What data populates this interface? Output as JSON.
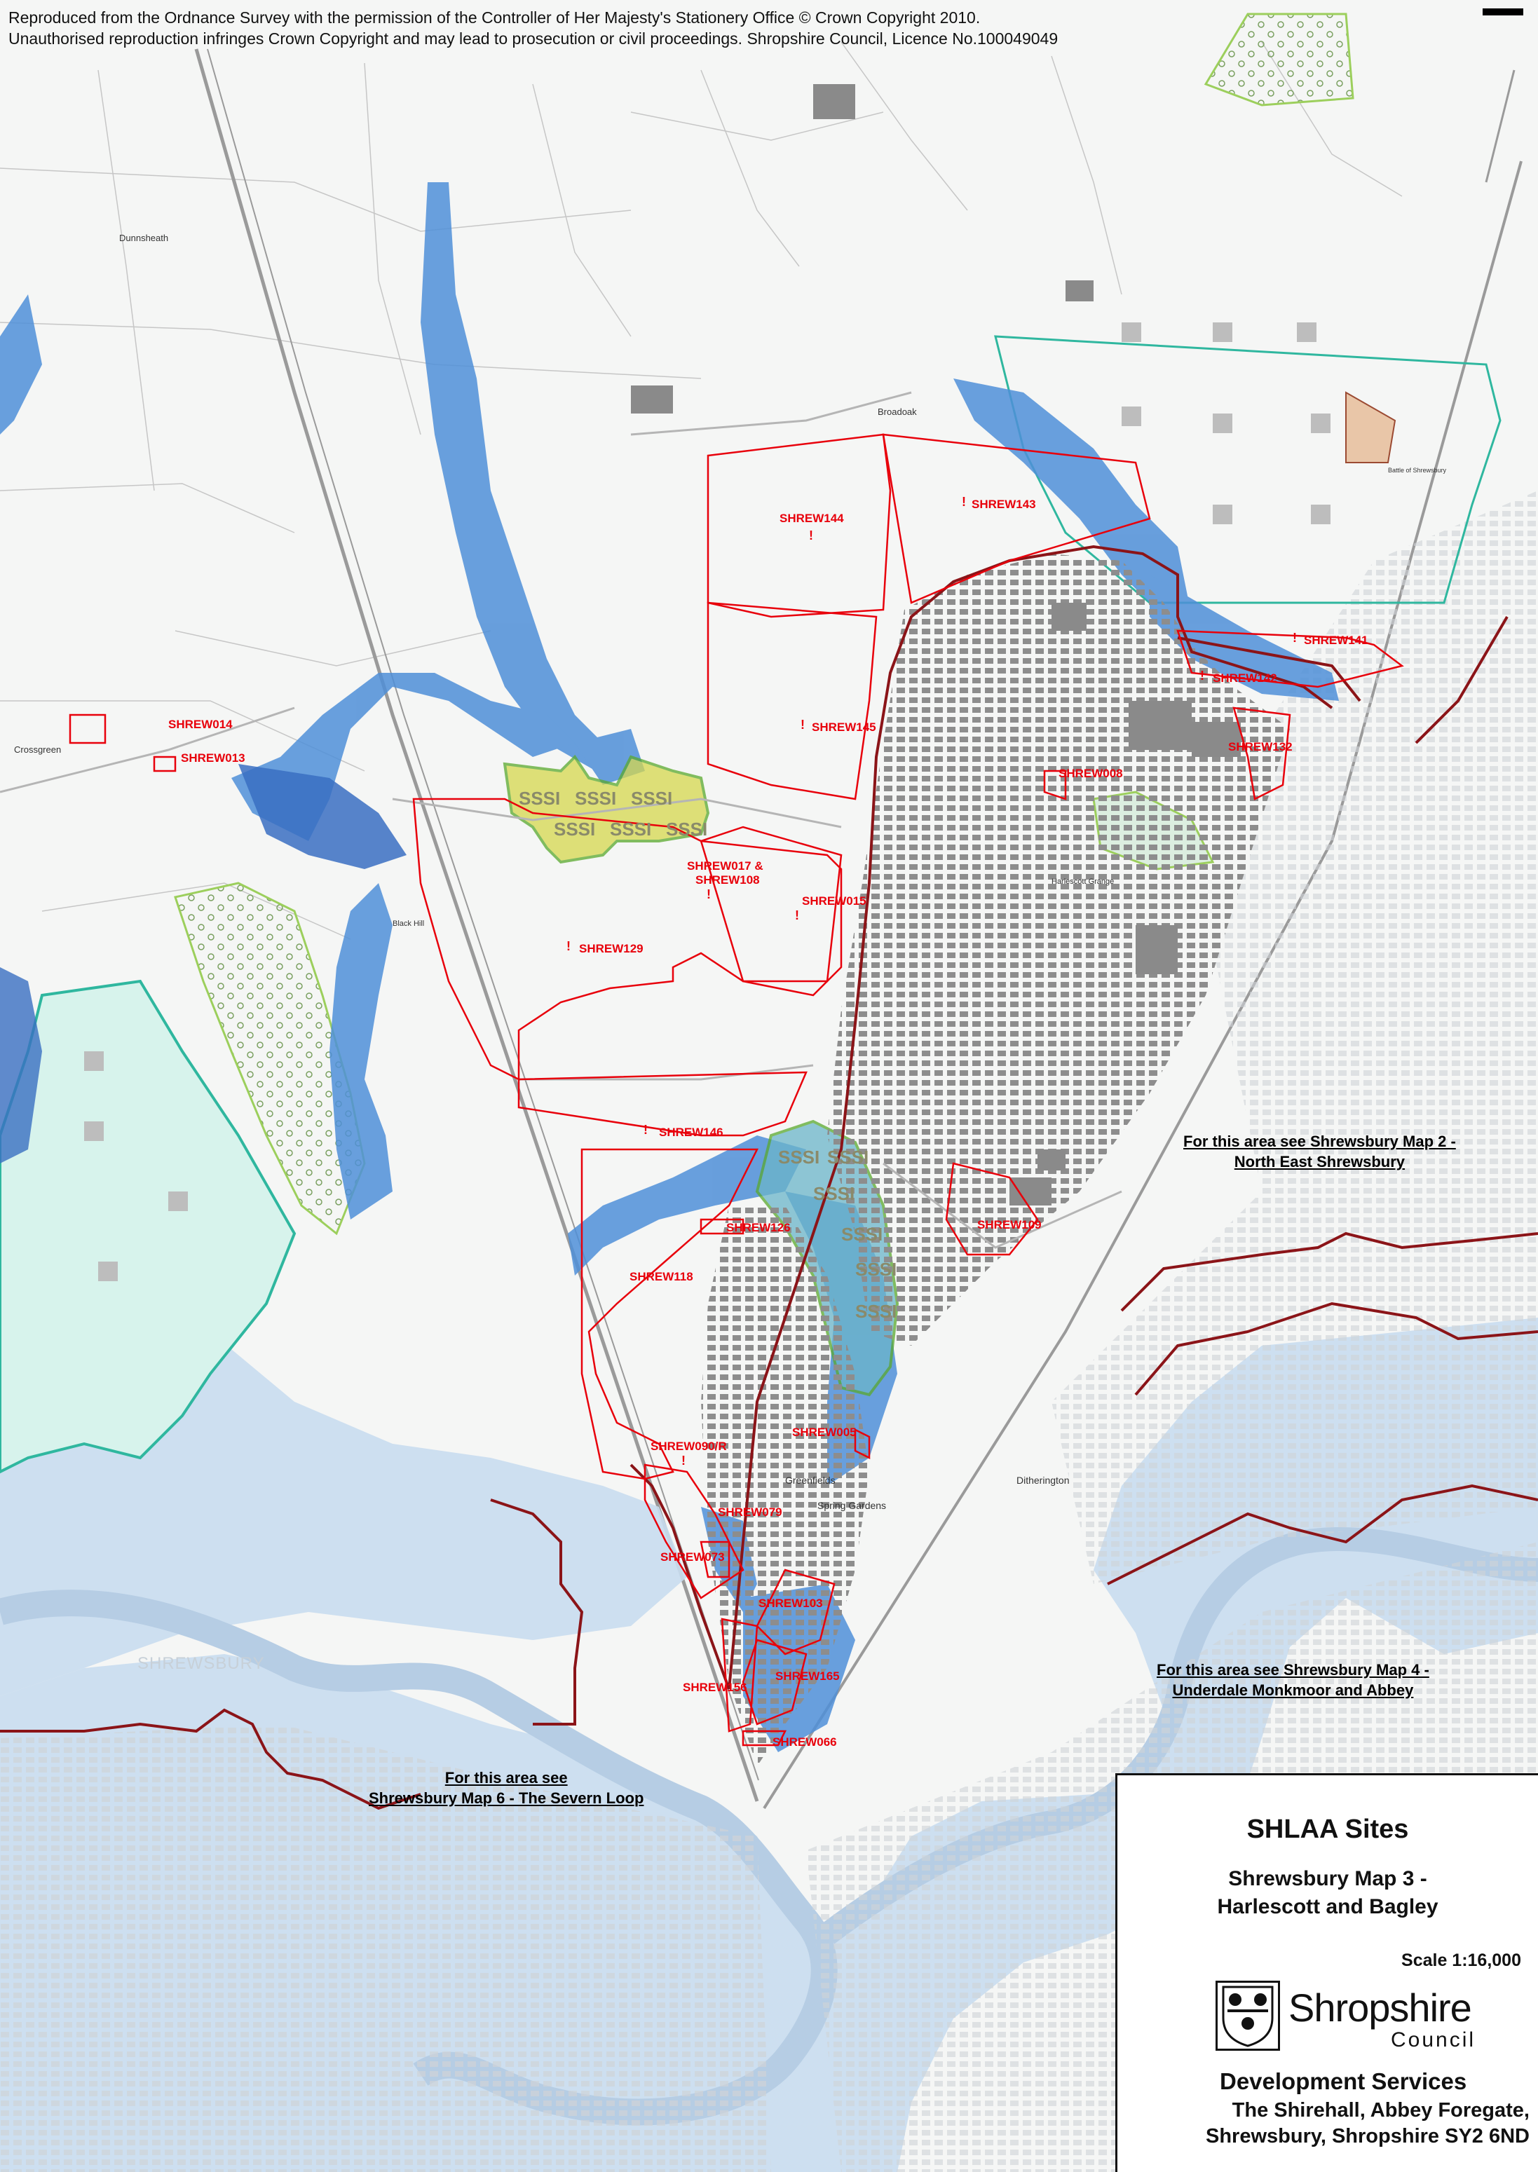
{
  "copyright": {
    "line1": "Reproduced from the Ordnance Survey with the permission of the Controller of Her Majesty's Stationery Office © Crown Copyright 2010.",
    "line2": "Unauthorised reproduction infringes Crown Copyright and may lead to prosecution or civil proceedings. Shropshire Council, Licence No.100049049"
  },
  "sites": {
    "shrew144": "SHREW144",
    "shrew143": "SHREW143",
    "shrew141": "SHREW141",
    "shrew142": "SHREW142",
    "shrew145": "SHREW145",
    "shrew132": "SHREW132",
    "shrew014": "SHREW014",
    "shrew013": "SHREW013",
    "shrew008": "SHREW008",
    "shrew017": "SHREW017 &",
    "shrew108": "SHREW108",
    "shrew015": "SHREW015",
    "shrew129": "SHREW129",
    "shrew146": "SHREW146",
    "shrew126": "SHREW126",
    "shrew109": "SHREW109",
    "shrew118": "SHREW118",
    "shrew005": "SHREW005",
    "shrew090": "SHREW090/R",
    "shrew079": "SHREW079",
    "shrew073": "SHREW073",
    "shrew103": "SHREW103",
    "shrew165": "SHREW165",
    "shrew156": "SHREW156",
    "shrew066": "SHREW066"
  },
  "marker": "!",
  "sssi_label": "SSSI",
  "places": {
    "dunnsheath": "Dunnsheath",
    "crossgreen": "Crossgreen",
    "broadoak": "Broadoak",
    "harlescott_grange": "Harlescott Grange",
    "greenfields": "Greenfields",
    "spring_gardens": "Spring Gardens",
    "ditherington": "Ditherington",
    "shrewsbury": "SHREWSBURY",
    "black_hill": "Black Hill",
    "battle": "Battle of Shrewsbury"
  },
  "refs": {
    "map2_line1": "For this area see Shrewsbury Map 2 -",
    "map2_line2": "North East Shrewsbury",
    "map4_line1": "For this area see Shrewsbury Map 4 -",
    "map4_line2": "Underdale Monkmoor and Abbey",
    "map6_line1": "For this area see",
    "map6_line2": "Shrewsbury Map 6 - The Severn Loop"
  },
  "legend": {
    "title": "SHLAA Sites",
    "subtitle_line1": "Shrewsbury Map 3 -",
    "subtitle_line2": "Harlescott and Bagley",
    "scale": "Scale 1:16,000",
    "logo_name": "Shropshire",
    "logo_council": "Council",
    "department": "Development Services",
    "address_line1": "The Shirehall, Abbey Foregate,",
    "address_line2": "Shrewsbury, Shropshire SY2 6ND"
  },
  "colors": {
    "site_red": "#e8000b",
    "boundary": "#8b1418",
    "flood_zone": "#4f8fd8",
    "flood_light": "#c9ddef",
    "sssi_fill": "#d6d84e",
    "sssi_outline": "#5aa92e",
    "park_teal": "#2fb79f",
    "woodland_green": "#9ccf5c"
  }
}
